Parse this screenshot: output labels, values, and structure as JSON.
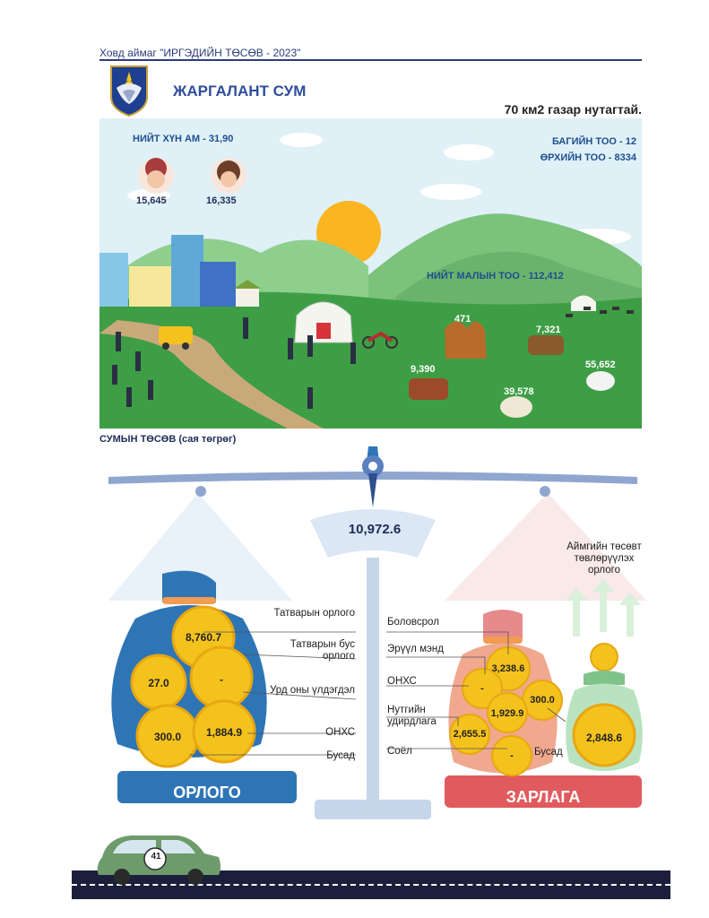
{
  "header": {
    "title": "Ховд аймаг \"ИРГЭДИЙН ТӨСӨВ - 2023\""
  },
  "district": {
    "name": "ЖАРГАЛАНТ СУМ",
    "area": "70 км2 газар нутагтай."
  },
  "population": {
    "total_label": "НИЙТ ХҮН АМ - 31,90",
    "male": "15,645",
    "female": "16,335",
    "bags": "БАГИЙН ТОО - 12",
    "households": "ӨРХИЙН ТОО - 8334"
  },
  "livestock": {
    "total_label": "НИЙТ МАЛЫН ТОО - 112,412",
    "camel": "471",
    "horse": "7,321",
    "cattle": "9,390",
    "sheep": "39,578",
    "goat": "55,652"
  },
  "budget": {
    "title": "СУМЫН ТӨСӨВ (сая төгрөг)",
    "total": "10,972.6",
    "income_label": "ОРЛОГО",
    "expense_label": "ЗАРЛАГА",
    "income_items": [
      {
        "label": "Татварын орлого",
        "value": "8,760.7"
      },
      {
        "label": "Татварын бус орлого",
        "value": "-"
      },
      {
        "label": "Урд оны үлдэгдэл",
        "value": "27.0"
      },
      {
        "label": "ОНХС",
        "value": "1,884.9"
      },
      {
        "label": "Бусад",
        "value": "300.0"
      }
    ],
    "expense_items": [
      {
        "label": "Боловсрол",
        "value": "3,238.6"
      },
      {
        "label": "Эрүүл мэнд",
        "value": "-"
      },
      {
        "label": "ОНХС",
        "value": "1,929.9"
      },
      {
        "label": "Нутгийн удирдлага",
        "value": "2,655.5"
      },
      {
        "label": "Соёл",
        "value": "-"
      },
      {
        "label": "Бусад",
        "value": "300.0"
      }
    ],
    "transfer_label": "Аймгийн төсөвт төвлөрүүлэх орлого",
    "transfer_value": "2,848.6"
  },
  "footer": {
    "page": "41"
  },
  "colors": {
    "brand_blue": "#2f4d9a",
    "income_blue": "#2e75b6",
    "expense_red": "#e05b5e",
    "coin_gold": "#f4c21d",
    "sky": "#dff0f7",
    "grass": "#3e9e45"
  }
}
